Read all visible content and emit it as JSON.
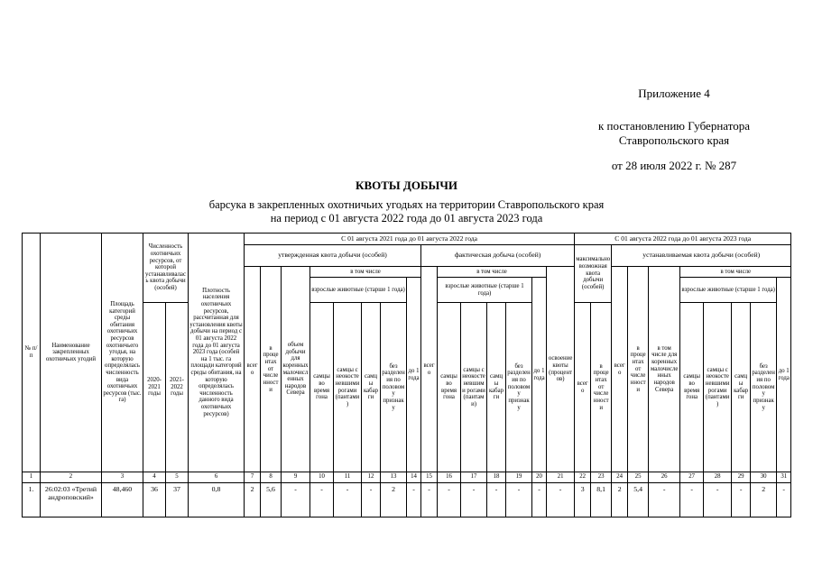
{
  "page": {
    "appendix": "Приложение 4",
    "decree_line1": "к постановлению Губернатора",
    "decree_line2": "Ставропольского края",
    "decree_date": "от 28 июля 2022 г. № 287",
    "title": "КВОТЫ ДОБЫЧИ",
    "subtitle_line1": "барсука в закрепленных охотничьих угодьях на территории Ставропольского края",
    "subtitle_line2": "на период с 01 августа 2022 года до 01 августа 2023 года"
  },
  "table": {
    "headers": {
      "num": "№ п/п",
      "name": "Наименование закрепленных охотничьих угодий",
      "area": "Площадь категорий среды обитания охотничьих ресурсов охотничьего угодья, на которую определялась численность вида охотничьих ресурсов (тыс. га)",
      "population": "Численность охотничьих ресурсов, от которой устанавливалась квота добычи (особей)",
      "years_2020_2021": "2020-2021 годы",
      "years_2021_2022": "2021-2022 годы",
      "density": "Плотность населения охотничьих ресурсов, рассчитанная для установления квоты добычи на период с 01 августа 2022 года до 01 августа 2023 года (особей на 1 тыс. га площади категорий среды обитания, на которую определялась численность данного вида охотничьих ресурсов)",
      "period_2021_2022": "С 01 августа 2021 года до 01 августа 2022 года",
      "period_2022_2023": "С 01 августа 2022 года до 01 августа 2023 года",
      "approved_quota": "утвержденная квота добычи (особей)",
      "actual_take": "фактическая добыча (особей)",
      "max_quota": "максимально возможная квота добычи (особей)",
      "set_quota": "устанавливаемая квота добычи (особей)",
      "total": "всего",
      "percent_of_population": "в процентах от численности",
      "indigenous_volume": "объем добычи для коренных малочисленных народов Севера",
      "including": "в том числе",
      "adults": "взрослые животные (старше 1 года)",
      "males_rut": "самцы во время гона",
      "males_velvet": "самцы с неокостеневшими рогами (пантами)",
      "males_kabarga": "самцы кабарги",
      "no_sex_division": "без разделения по половому признаку",
      "under_1yr": "до 1 года",
      "quota_use": "освоение квоты (процентов)",
      "incl_indigenous": "в том числе для коренных малочисленных народов Севера"
    },
    "col_numbers": [
      "1",
      "2",
      "3",
      "4",
      "5",
      "6",
      "7",
      "8",
      "9",
      "10",
      "11",
      "12",
      "13",
      "14",
      "15",
      "16",
      "17",
      "18",
      "19",
      "20",
      "21",
      "22",
      "23",
      "24",
      "25",
      "26",
      "27",
      "28",
      "29",
      "30",
      "31"
    ],
    "rows": [
      {
        "num": "1.",
        "name": "26:02:03 «Третий андроповский»",
        "values": [
          "48,460",
          "36",
          "37",
          "0,8",
          "2",
          "5,6",
          "-",
          "-",
          "-",
          "-",
          "2",
          "-",
          "-",
          "-",
          "-",
          "-",
          "-",
          "-",
          "-",
          "3",
          "8,1",
          "2",
          "5,4",
          "-",
          "-",
          "-",
          "-",
          "2",
          "-"
        ]
      }
    ]
  }
}
